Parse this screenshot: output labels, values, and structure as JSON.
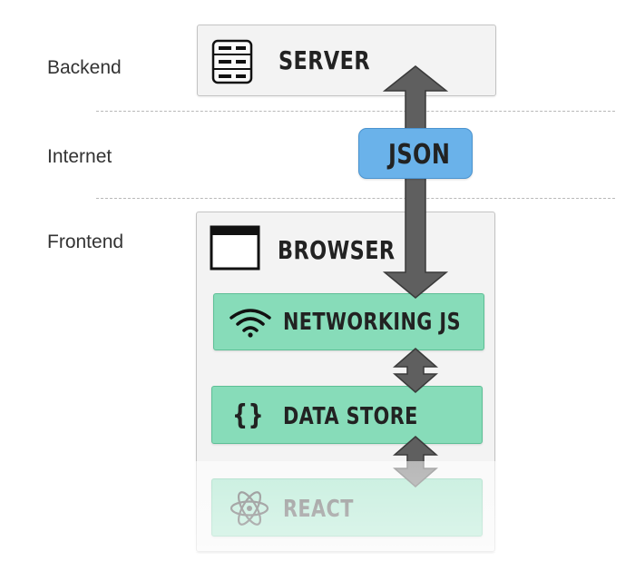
{
  "layers": {
    "backend": "Backend",
    "internet": "Internet",
    "frontend": "Frontend"
  },
  "nodes": {
    "server": "SERVER",
    "json": "JSON",
    "browser": "BROWSER",
    "networking": "NETWORKING JS",
    "datastore": "DATA STORE",
    "datastore_icon": "{}",
    "react": "REACT"
  },
  "colors": {
    "json_fill": "#6ab2ea",
    "module_fill": "#87dcb9",
    "arrow": "#5f5f5f",
    "box_fill": "#f3f3f3"
  },
  "icons": [
    "server-icon",
    "browser-window-icon",
    "wifi-icon",
    "braces-icon",
    "react-atom-icon"
  ]
}
